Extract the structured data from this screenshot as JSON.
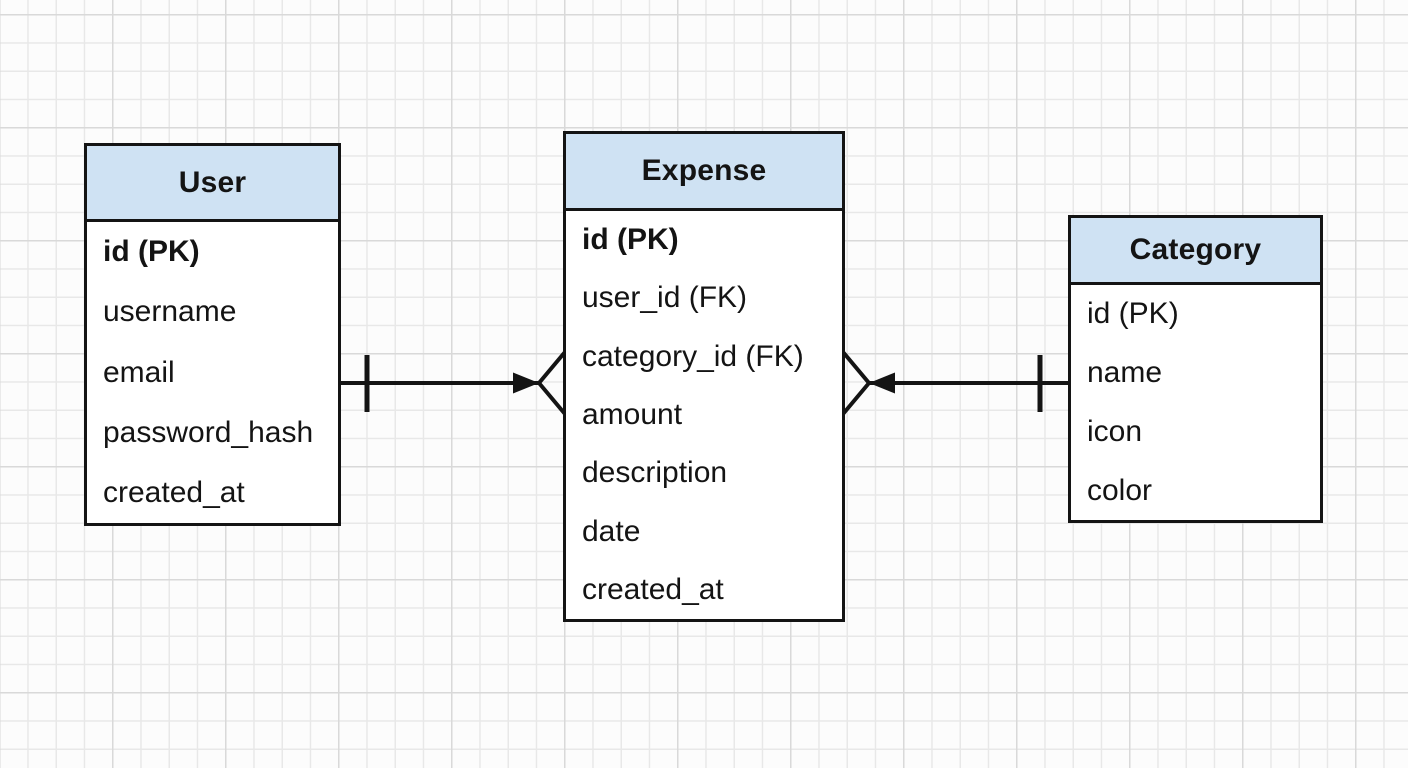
{
  "diagram": {
    "type": "entity-relationship",
    "entities": [
      {
        "id": "user",
        "title": "User",
        "fields": [
          {
            "label": "id (PK)",
            "bold": true
          },
          {
            "label": "username",
            "bold": false
          },
          {
            "label": "email",
            "bold": false
          },
          {
            "label": "password_hash",
            "bold": false
          },
          {
            "label": "created_at",
            "bold": false
          }
        ]
      },
      {
        "id": "expense",
        "title": "Expense",
        "fields": [
          {
            "label": "id (PK)",
            "bold": true
          },
          {
            "label": "user_id (FK)",
            "bold": false
          },
          {
            "label": "category_id (FK)",
            "bold": false
          },
          {
            "label": "amount",
            "bold": false
          },
          {
            "label": "description",
            "bold": false
          },
          {
            "label": "date",
            "bold": false
          },
          {
            "label": "created_at",
            "bold": false
          }
        ]
      },
      {
        "id": "category",
        "title": "Category",
        "fields": [
          {
            "label": "id (PK)",
            "bold": false
          },
          {
            "label": "name",
            "bold": false
          },
          {
            "label": "icon",
            "bold": false
          },
          {
            "label": "color",
            "bold": false
          }
        ]
      }
    ],
    "relationships": [
      {
        "from": "User",
        "to": "Expense",
        "from_cardinality": "one",
        "to_cardinality": "many",
        "notation": "crow-foot"
      },
      {
        "from": "Category",
        "to": "Expense",
        "from_cardinality": "one",
        "to_cardinality": "many",
        "notation": "crow-foot"
      }
    ],
    "colors": {
      "entity_header_fill": "#cfe2f3",
      "entity_border": "#141414",
      "text": "#141414",
      "background": "#fcfcfc",
      "grid_line_minor": "#e8e8e8",
      "grid_line_major": "#d9d9d9"
    }
  }
}
